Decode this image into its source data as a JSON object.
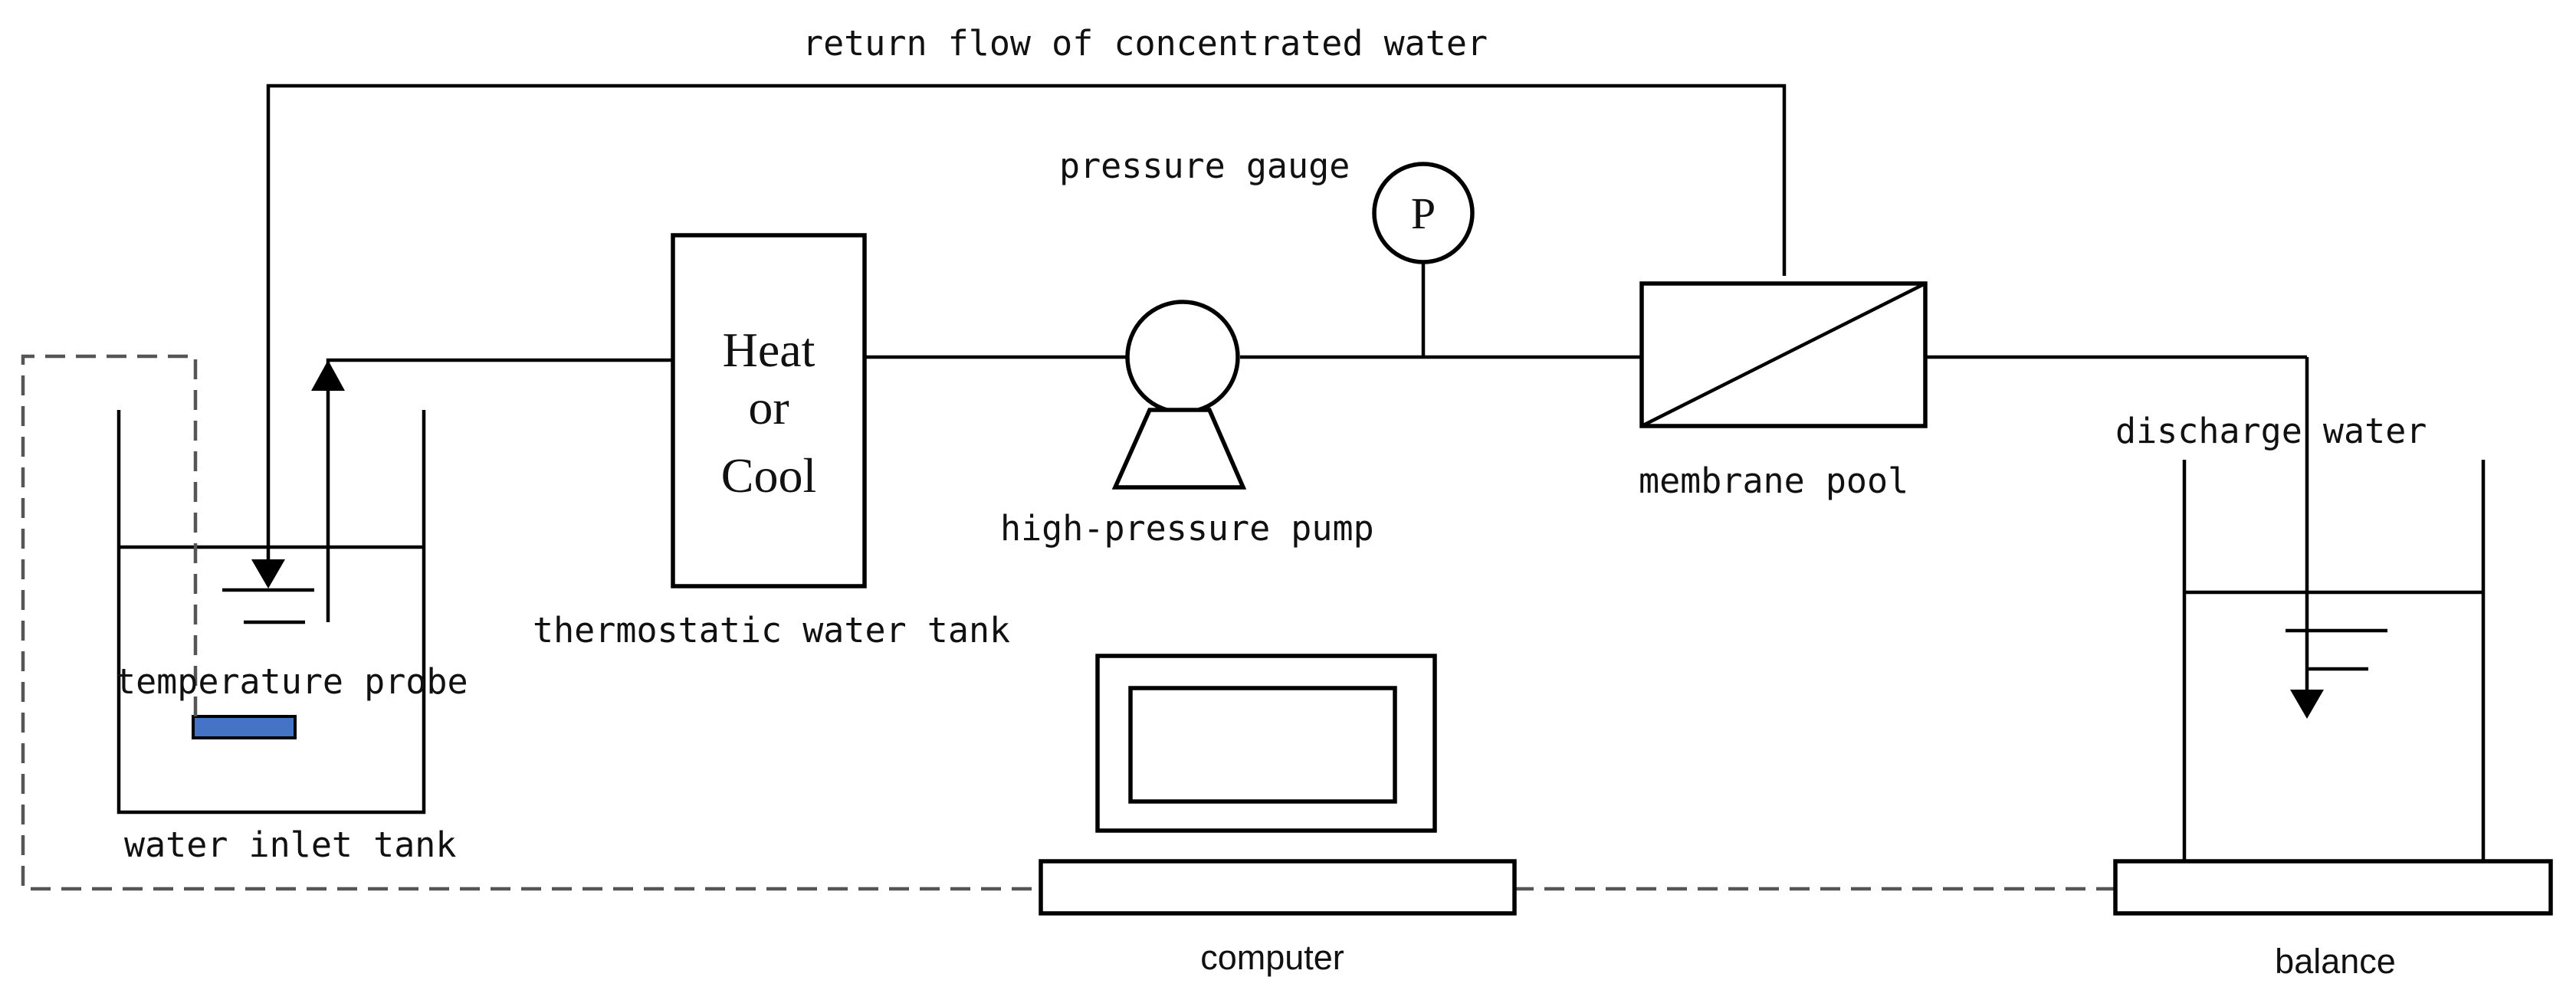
{
  "labels": {
    "return_flow": "return flow of concentrated water",
    "pressure_gauge": "pressure gauge",
    "gauge_symbol": "P",
    "heat": "Heat",
    "or": "or",
    "cool": "Cool",
    "thermostatic_tank": "thermostatic water tank",
    "high_pressure_pump": "high-pressure pump",
    "membrane_pool": "membrane pool",
    "discharge_water": "discharge water",
    "temperature_probe": "temperature probe",
    "water_inlet_tank": "water inlet tank",
    "computer": "computer",
    "balance": "balance"
  },
  "colors": {
    "probe": "#4472C4",
    "line": "#000000",
    "signal_line": "#555555"
  }
}
